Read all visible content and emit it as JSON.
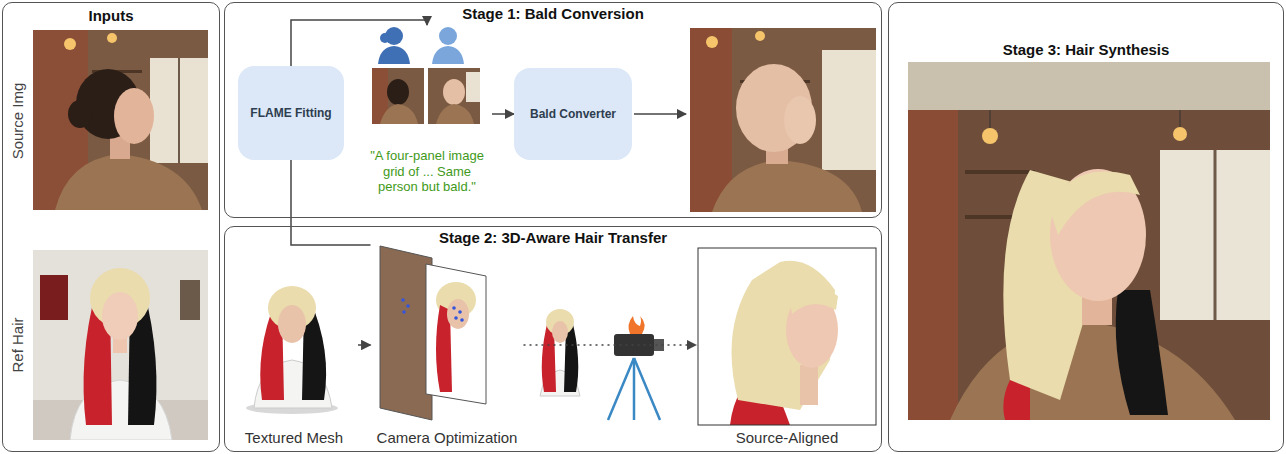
{
  "diagram": {
    "nodes": [
      {
        "text": [
          "Inputs"
        ]
      },
      {
        "text": [
          "Source Img"
        ],
        "in": 0
      },
      {
        "text": [
          "Ref Hair"
        ],
        "in": 0
      },
      {
        "text": [
          "Stage 1: Bald Conversion"
        ]
      },
      {
        "text": [
          "FLAME Fitting"
        ],
        "in": 3
      },
      {
        "text": [
          "\"A four-panel image grid of ... Same person but bald.\""
        ],
        "in": 3
      },
      {
        "text": [
          "Bald Converter"
        ],
        "in": 3
      },
      {
        "text": [
          "Stage 2: 3D-Aware Hair Transfer"
        ]
      },
      {
        "text": [
          "Textured Mesh"
        ],
        "in": 7
      },
      {
        "text": [
          "Camera Optimization"
        ],
        "in": 7
      },
      {
        "text": [
          "Source-Aligned"
        ],
        "in": 7
      },
      {
        "text": [
          "Stage 3: Hair Synthesis"
        ]
      }
    ],
    "edges": [
      {
        "from": 4,
        "to": 5,
        "arrow": "to"
      },
      {
        "from": 5,
        "to": 6,
        "arrow": "to"
      },
      {
        "from": 4,
        "to": 9,
        "arrow": "none"
      },
      {
        "from": 8,
        "to": 9,
        "arrow": "to"
      },
      {
        "from": 9,
        "to": 10,
        "arrow": "to"
      }
    ]
  }
}
